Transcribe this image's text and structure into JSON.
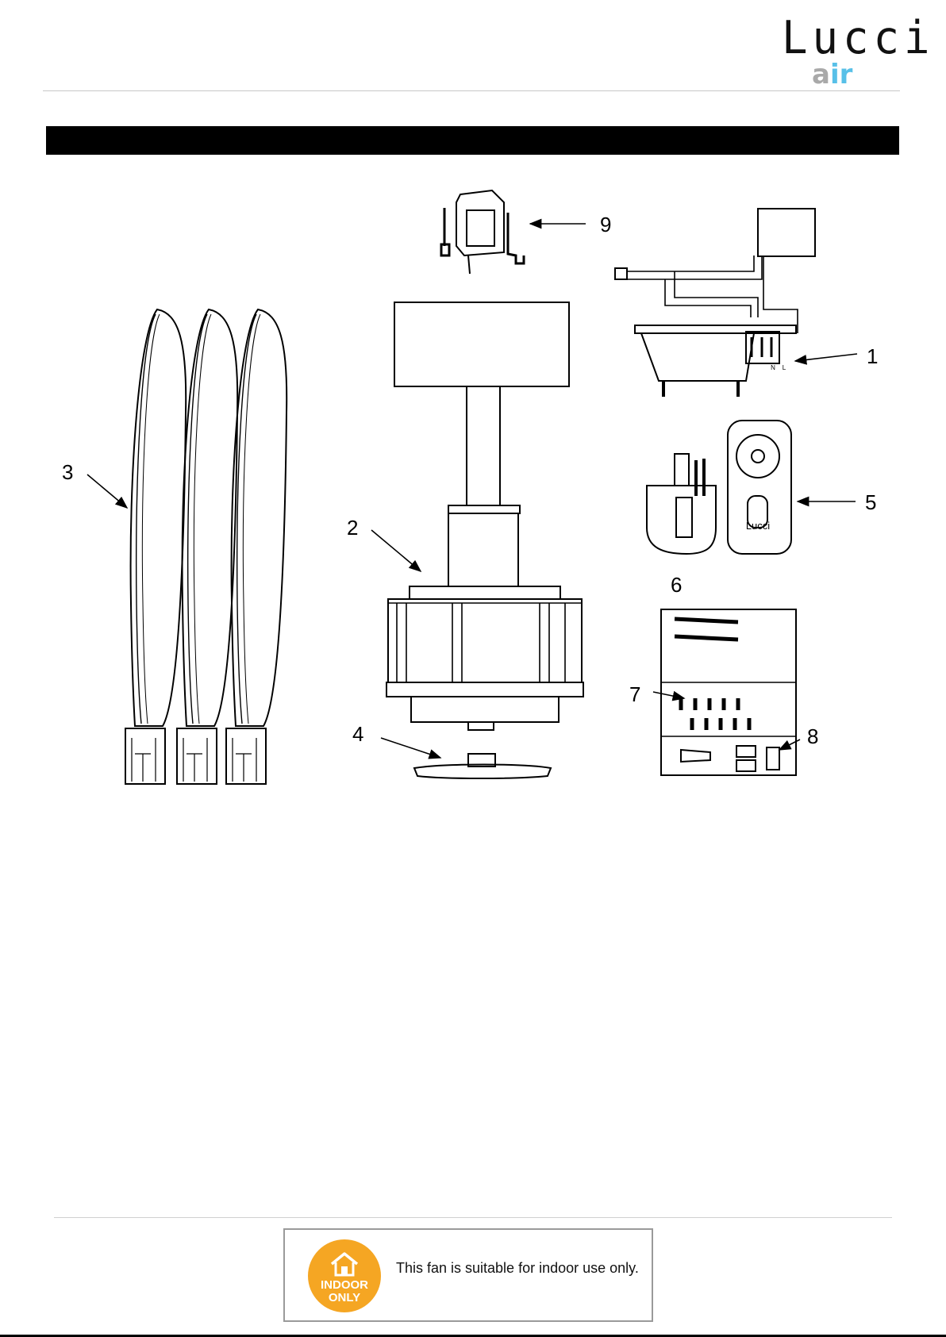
{
  "logo": {
    "brand": "Lucci",
    "sub_plain": "a",
    "sub_accent": "ir"
  },
  "callouts": [
    "1",
    "2",
    "3",
    "4",
    "5",
    "6",
    "7",
    "8",
    "9"
  ],
  "remote": {
    "brand_text": "Lucci"
  },
  "canopy_terminals": [
    "N",
    "L"
  ],
  "notice": {
    "badge_line1": "INDOOR",
    "badge_line2": "ONLY",
    "text": "This fan is suitable for indoor use only."
  },
  "colors": {
    "badge": "#f5a623",
    "logo_accent": "#58c0e8",
    "logo_gray": "#a9a9a9"
  }
}
